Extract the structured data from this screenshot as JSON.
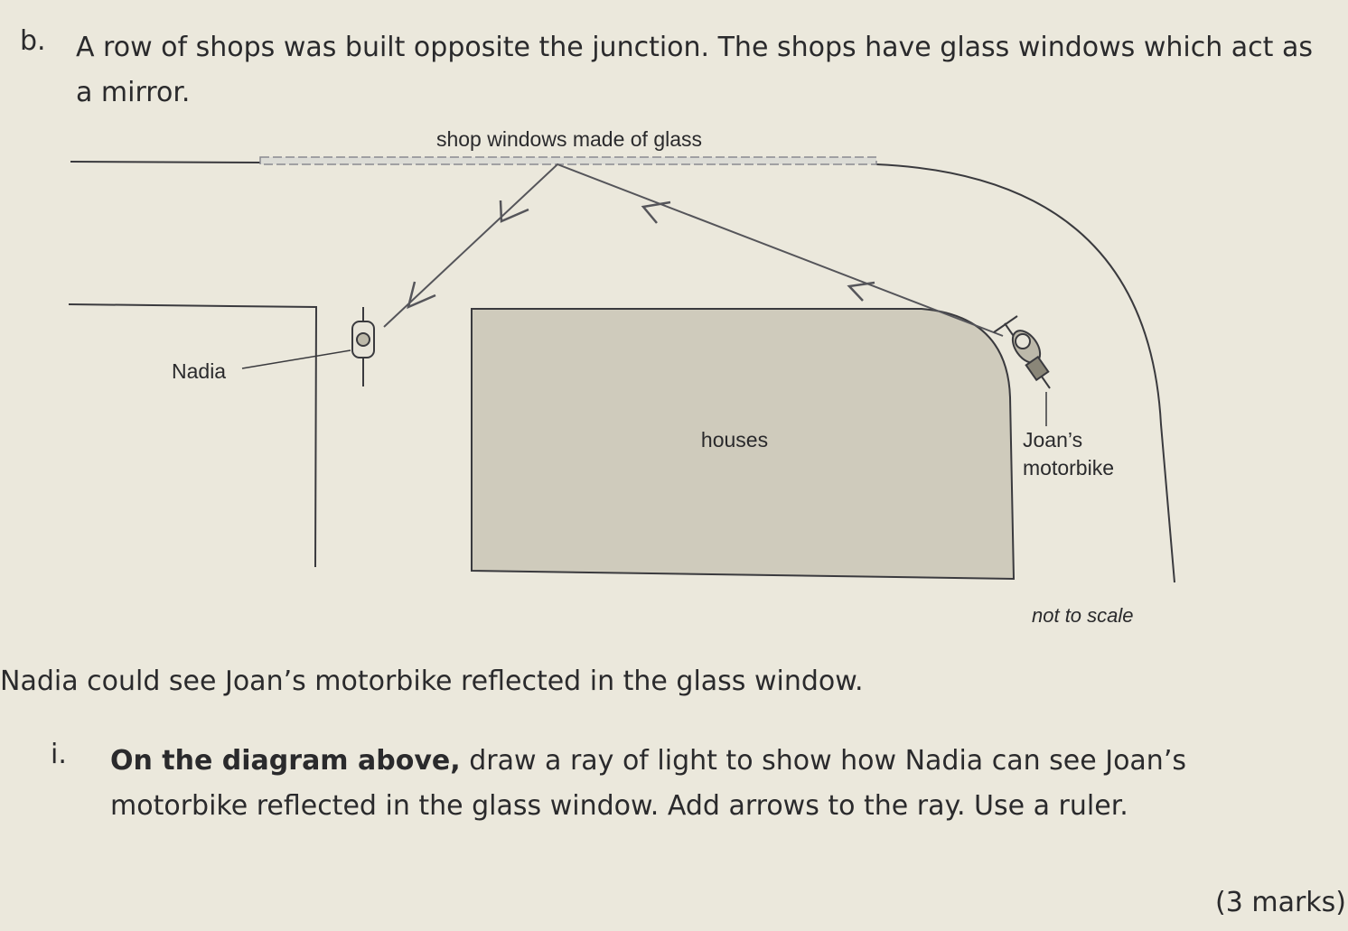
{
  "question": {
    "label": "b.",
    "text": "A row of shops was built opposite the junction. The shops have glass windows which act as a mirror."
  },
  "diagram": {
    "labels": {
      "glass": "shop windows made of glass",
      "nadia": "Nadia",
      "houses": "houses",
      "joan_line1": "Joan’s",
      "joan_line2": "motorbike",
      "scale_note": "not to scale"
    },
    "colors": {
      "houses_fill": "#cfcbbc",
      "line": "#3a3a3e",
      "glass": "#8a8a90"
    }
  },
  "statement": "Nadia could see Joan’s motorbike reflected in the glass window.",
  "part": {
    "label": "i.",
    "bold_text": "On the diagram above,",
    "text": " draw a ray of light to show how Nadia can see Joan’s motorbike reflected in the glass window. Add arrows to the ray. Use a ruler."
  },
  "marks": "(3 marks)"
}
